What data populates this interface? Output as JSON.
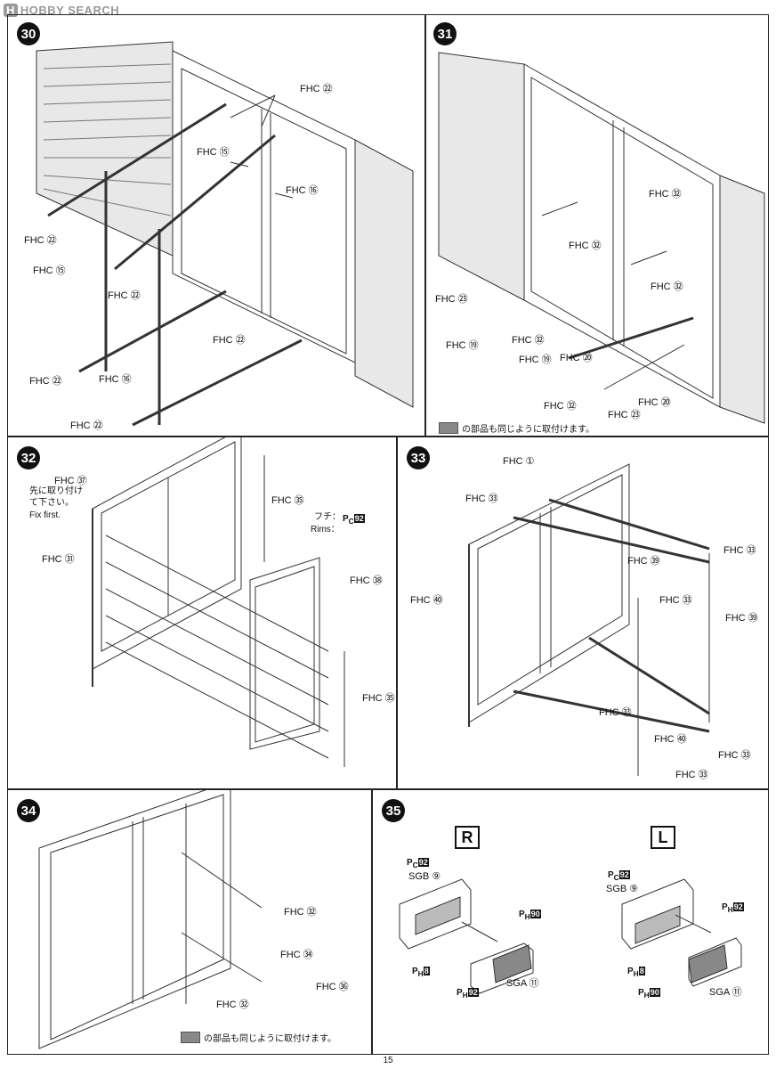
{
  "watermark": "HOBBY SEARCH",
  "page_number": "15",
  "steps": {
    "s30": {
      "num": "30",
      "labels": {
        "a": "FHC ㉒",
        "b": "FHC ⑮",
        "c": "FHC ⑯",
        "d": "FHC ㉒",
        "e": "FHC ⑮",
        "f": "FHC ㉒",
        "g": "FHC ㉒",
        "h": "FHC ㉒",
        "i": "FHC ⑯",
        "j": "FHC ㉒"
      }
    },
    "s31": {
      "num": "31",
      "labels": {
        "a": "FHC ㉜",
        "b": "FHC ㉜",
        "c": "FHC ㉜",
        "d": "FHC ㉓",
        "e": "FHC ⑲",
        "f": "FHC ㉜",
        "g": "FHC ⑲",
        "h": "FHC ⑳",
        "i": "FHC ㉜",
        "j": "FHC ⑳",
        "k": "FHC ㉓"
      },
      "note": "の部品も同じように取付けます。"
    },
    "s32": {
      "num": "32",
      "labels": {
        "a": "FHC ㊲",
        "b": "FHC ㉟",
        "c": "FHC ㉛",
        "d": "FHC ㊳",
        "e": "FHC ㉟"
      },
      "fix_jp": "先に取り付け\nて下さい。",
      "fix_en": "Fix first.",
      "rims_jp": "フチ：",
      "rims_en": "Rims：",
      "pc_prefix": "P",
      "pc_sub": "C",
      "pc_num": "92"
    },
    "s33": {
      "num": "33",
      "labels": {
        "a": "FHC ①",
        "b": "FHC ㉝",
        "c": "FHC ㊴",
        "d": "FHC ㊵",
        "e": "FHC ㉝",
        "f": "FHC ㉝",
        "g": "FHC ㊴",
        "h": "FHC ㉝",
        "i": "FHC ㊵",
        "j": "FHC ㉝",
        "k": "FHC ㉝"
      }
    },
    "s34": {
      "num": "34",
      "labels": {
        "a": "FHC ㉜",
        "b": "FHC ㉞",
        "c": "FHC ㊱",
        "d": "FHC ㉜"
      },
      "note": "の部品も同じように取付けます。"
    },
    "s35": {
      "num": "35",
      "R": "R",
      "L": "L",
      "sgb": "SGB ⑨",
      "sga": "SGA ⑪",
      "ph8": "8",
      "ph90": "90",
      "ph92": "92",
      "pc92": "92"
    }
  }
}
